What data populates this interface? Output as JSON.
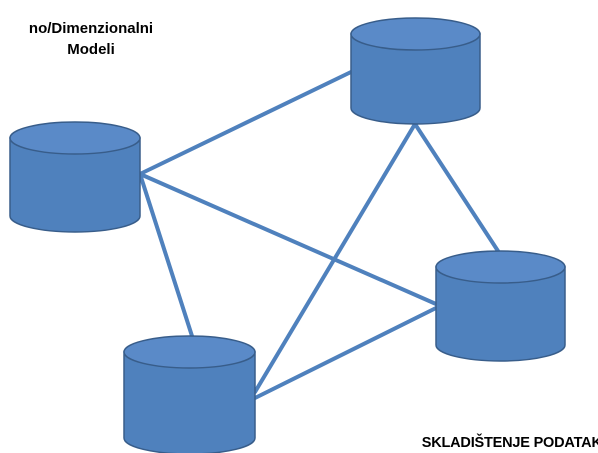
{
  "title": {
    "line1": "no/Dimenzionalni",
    "line2": "Modeli"
  },
  "footer": "SKLADIŠTENJE PODATAKA",
  "colors": {
    "cylinder_fill": "#4f81bd",
    "cylinder_top": "#5a8ac8",
    "cylinder_stroke": "#385d8a",
    "edge": "#4f81bd"
  },
  "nodes": [
    {
      "id": "db-left"
    },
    {
      "id": "db-top-right"
    },
    {
      "id": "db-right"
    },
    {
      "id": "db-bottom"
    }
  ],
  "edges": [
    {
      "from": "db-left",
      "to": "db-top-right"
    },
    {
      "from": "db-left",
      "to": "db-right"
    },
    {
      "from": "db-left",
      "to": "db-bottom"
    },
    {
      "from": "db-top-right",
      "to": "db-right"
    },
    {
      "from": "db-top-right",
      "to": "db-bottom"
    },
    {
      "from": "db-right",
      "to": "db-bottom"
    }
  ]
}
